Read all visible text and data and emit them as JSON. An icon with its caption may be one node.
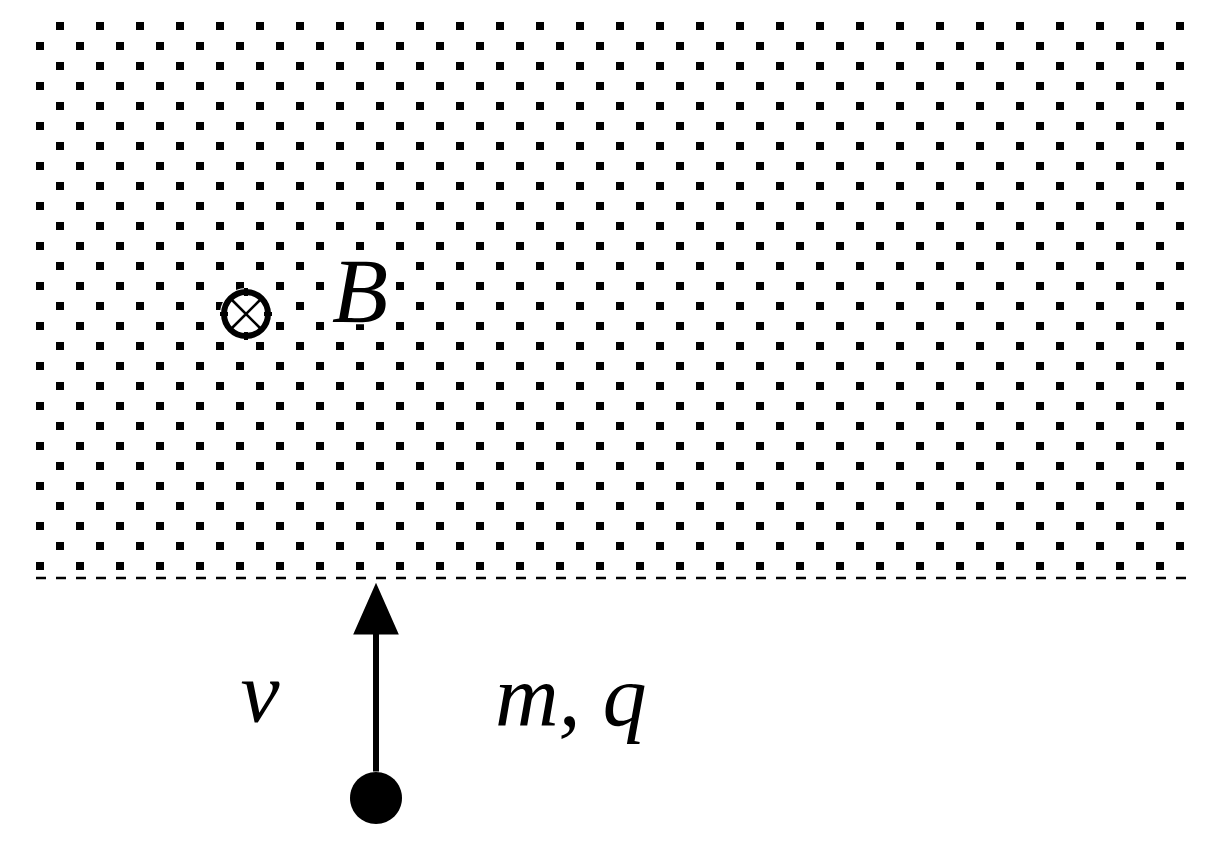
{
  "diagram": {
    "nodes": [
      {
        "text": [
          "B"
        ]
      },
      {
        "text": [],
        "shape": "circle",
        "beside": [
          "m, q"
        ]
      }
    ],
    "edges": [
      {
        "from": 1,
        "to": 0,
        "arrow": "to",
        "label": "v"
      }
    ]
  }
}
